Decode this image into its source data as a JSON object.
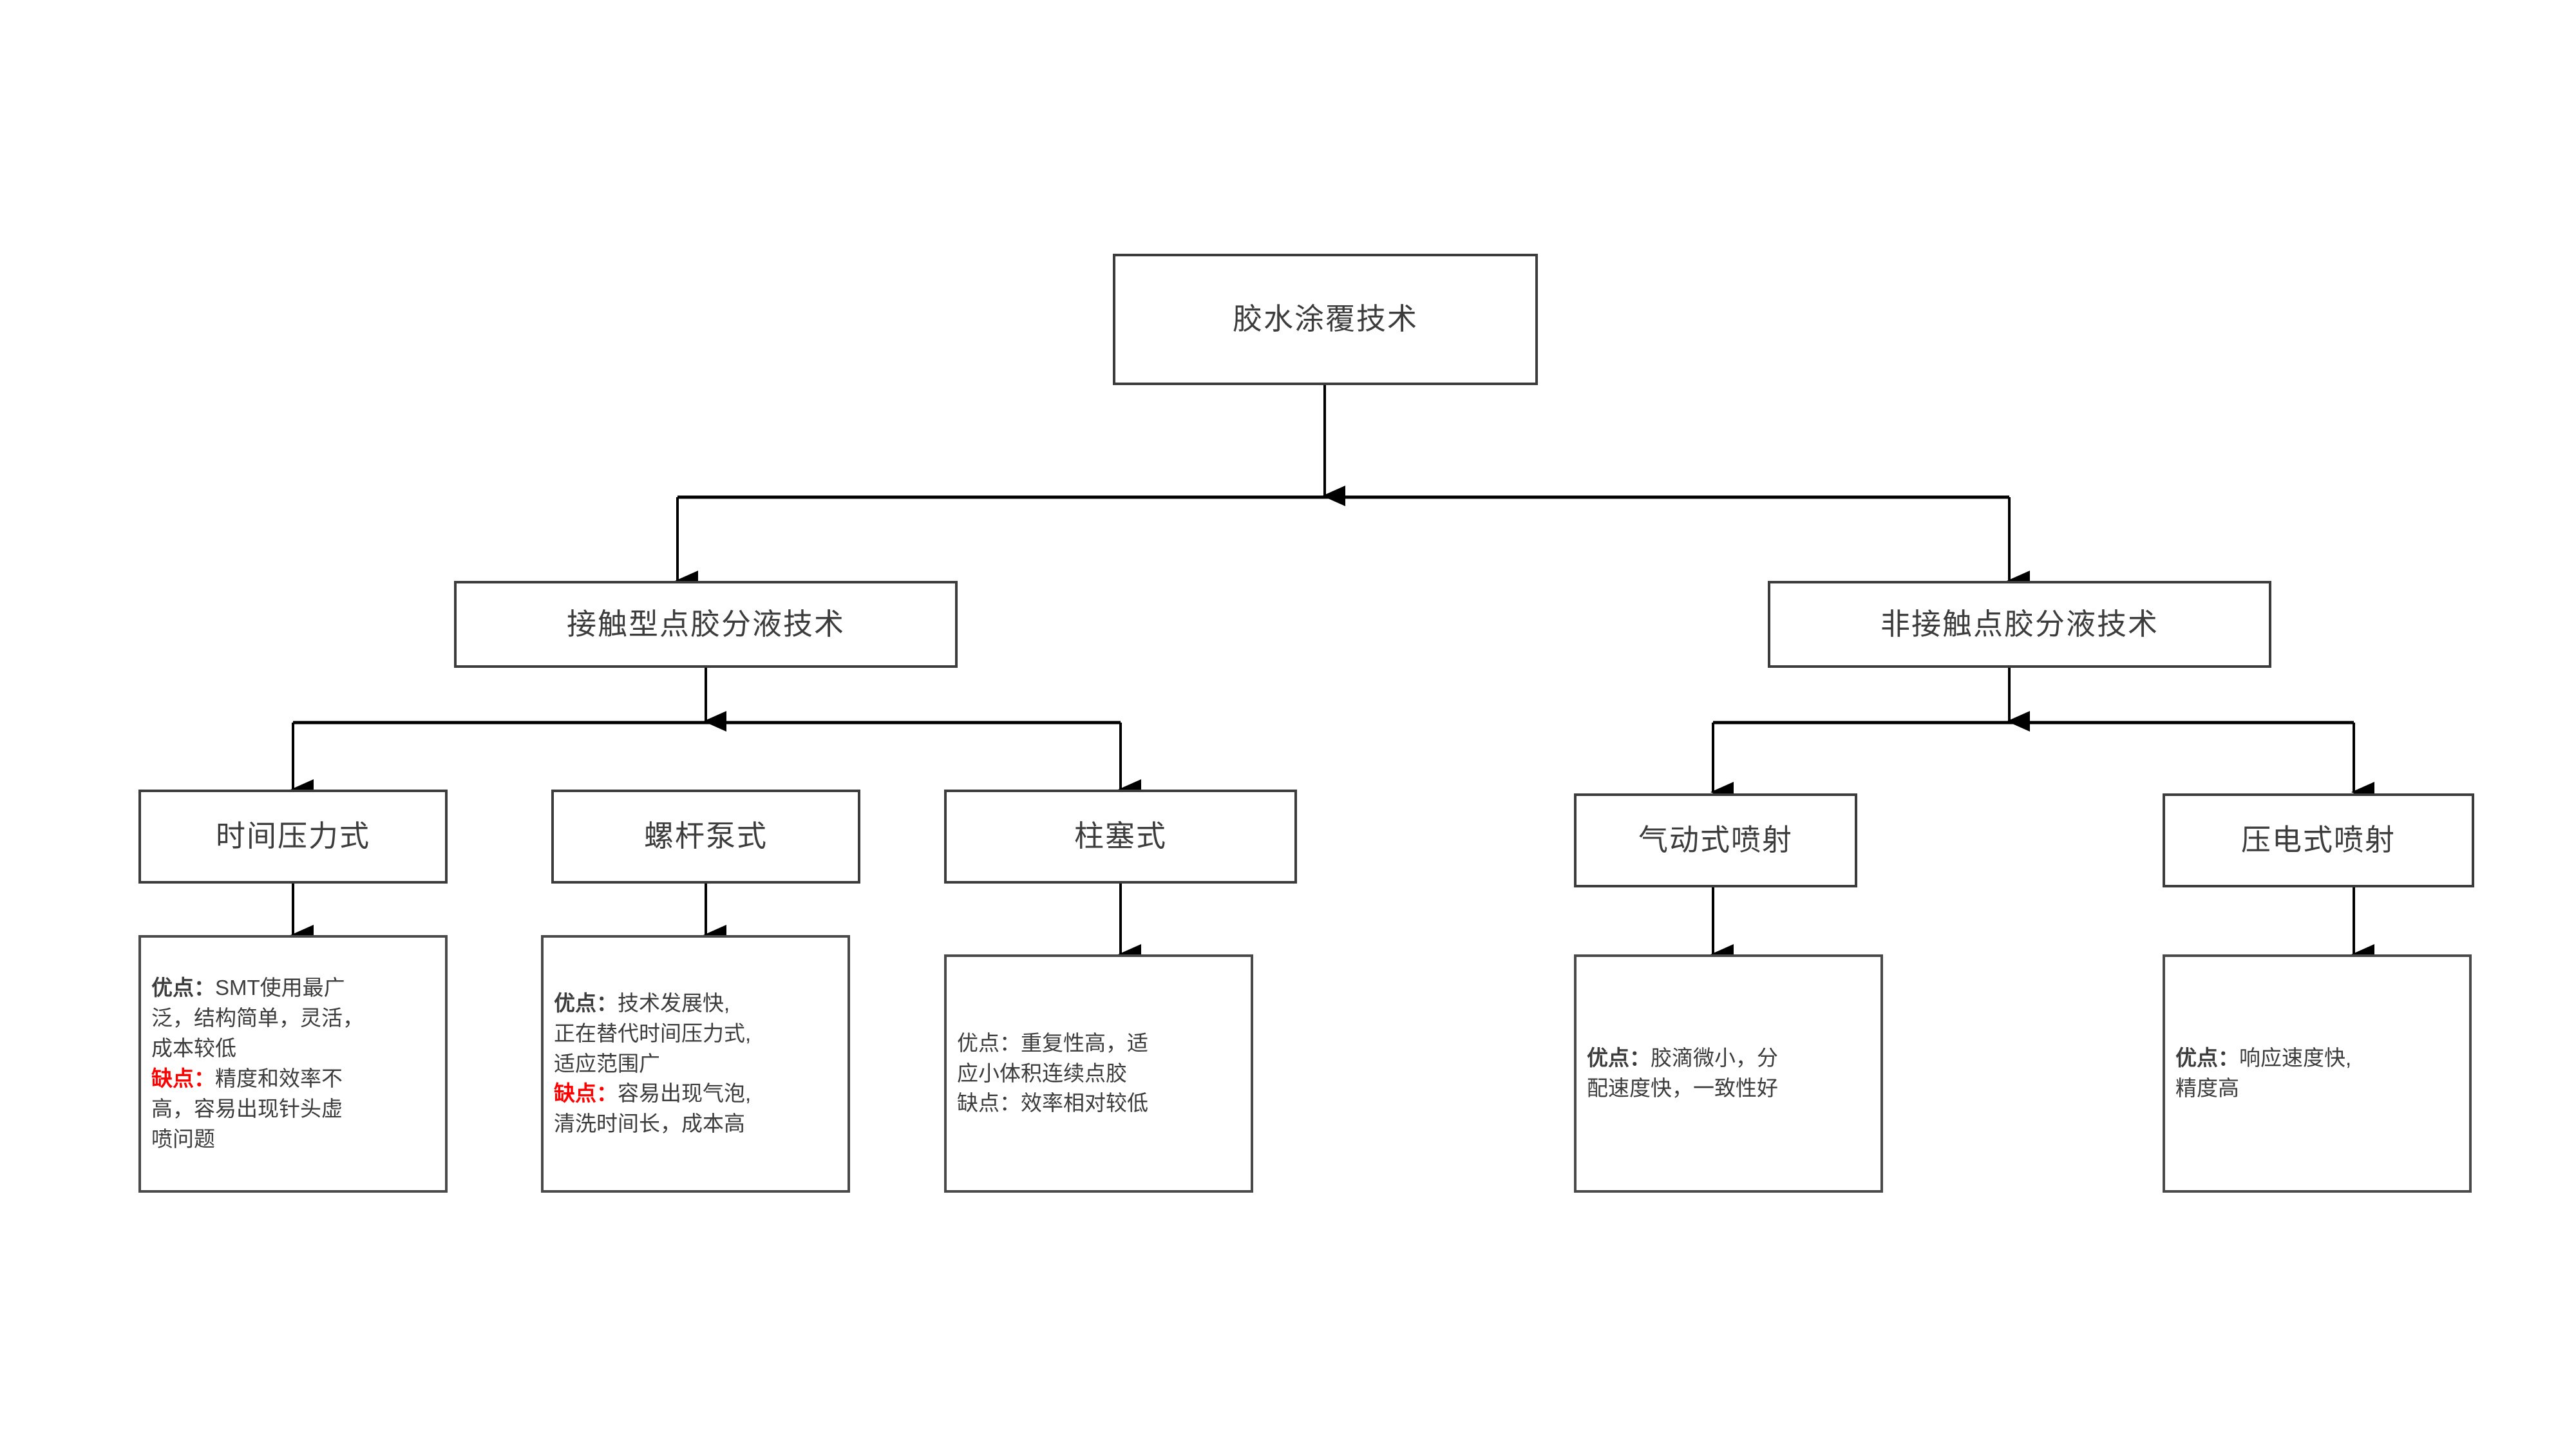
{
  "diagram": {
    "type": "tree-flowchart",
    "title_node": "胶水涂覆技术",
    "theme": {
      "background": "#ffffff",
      "box_border": "#3c3c3c",
      "text": "#3c3c3c",
      "connector": "#000000",
      "highlight": "#ff0000"
    },
    "levels": [
      {
        "level": 1,
        "nodes": [
          {
            "id": "root",
            "label": "胶水涂覆技术"
          }
        ]
      },
      {
        "level": 2,
        "nodes": [
          {
            "id": "contact",
            "label": "接触型点胶分液技术",
            "parent": "root"
          },
          {
            "id": "noncontact",
            "label": "非接触点胶分液技术",
            "parent": "root"
          }
        ]
      },
      {
        "level": 3,
        "nodes": [
          {
            "id": "time-pressure",
            "label": "时间压力式",
            "parent": "contact"
          },
          {
            "id": "screw-pump",
            "label": "螺杆泵式",
            "parent": "contact"
          },
          {
            "id": "piston",
            "label": "柱塞式",
            "parent": "contact"
          },
          {
            "id": "pneumatic-jet",
            "label": "气动式喷射",
            "parent": "noncontact"
          },
          {
            "id": "piezo-jet",
            "label": "压电式喷射",
            "parent": "noncontact"
          }
        ]
      }
    ],
    "details": [
      {
        "id": "detail-time-pressure",
        "parent": "time-pressure",
        "lines": [
          {
            "keyword": "优点：",
            "keyword_style": "pros",
            "text": "SMT使用最广"
          },
          {
            "keyword": "",
            "keyword_style": "none",
            "text": "泛，结构简单，灵活，"
          },
          {
            "keyword": "",
            "keyword_style": "none",
            "text": "成本较低"
          },
          {
            "keyword": "缺点：",
            "keyword_style": "cons-red",
            "text": "精度和效率不"
          },
          {
            "keyword": "",
            "keyword_style": "none",
            "text": "高，容易出现针头虚"
          },
          {
            "keyword": "",
            "keyword_style": "none",
            "text": "喷问题"
          }
        ]
      },
      {
        "id": "detail-screw-pump",
        "parent": "screw-pump",
        "lines": [
          {
            "keyword": "优点：",
            "keyword_style": "pros",
            "text": "技术发展快,"
          },
          {
            "keyword": "",
            "keyword_style": "none",
            "text": "正在替代时间压力式,"
          },
          {
            "keyword": "",
            "keyword_style": "none",
            "text": "适应范围广"
          },
          {
            "keyword": "缺点：",
            "keyword_style": "cons-red",
            "text": "容易出现气泡,"
          },
          {
            "keyword": "",
            "keyword_style": "none",
            "text": "清洗时间长，成本高"
          }
        ]
      },
      {
        "id": "detail-piston",
        "parent": "piston",
        "lines": [
          {
            "keyword": "优点：",
            "keyword_style": "plain",
            "text": "重复性高，适"
          },
          {
            "keyword": "",
            "keyword_style": "none",
            "text": "应小体积连续点胶"
          },
          {
            "keyword": "缺点：",
            "keyword_style": "plain",
            "text": "效率相对较低"
          }
        ]
      },
      {
        "id": "detail-pneumatic-jet",
        "parent": "pneumatic-jet",
        "lines": [
          {
            "keyword": "优点：",
            "keyword_style": "pros",
            "text": "胶滴微小，分"
          },
          {
            "keyword": "",
            "keyword_style": "none",
            "text": "配速度快，一致性好"
          }
        ]
      },
      {
        "id": "detail-piezo-jet",
        "parent": "piezo-jet",
        "lines": [
          {
            "keyword": "优点：",
            "keyword_style": "pros",
            "text": "响应速度快,"
          },
          {
            "keyword": "",
            "keyword_style": "none",
            "text": "精度高"
          }
        ]
      }
    ]
  }
}
